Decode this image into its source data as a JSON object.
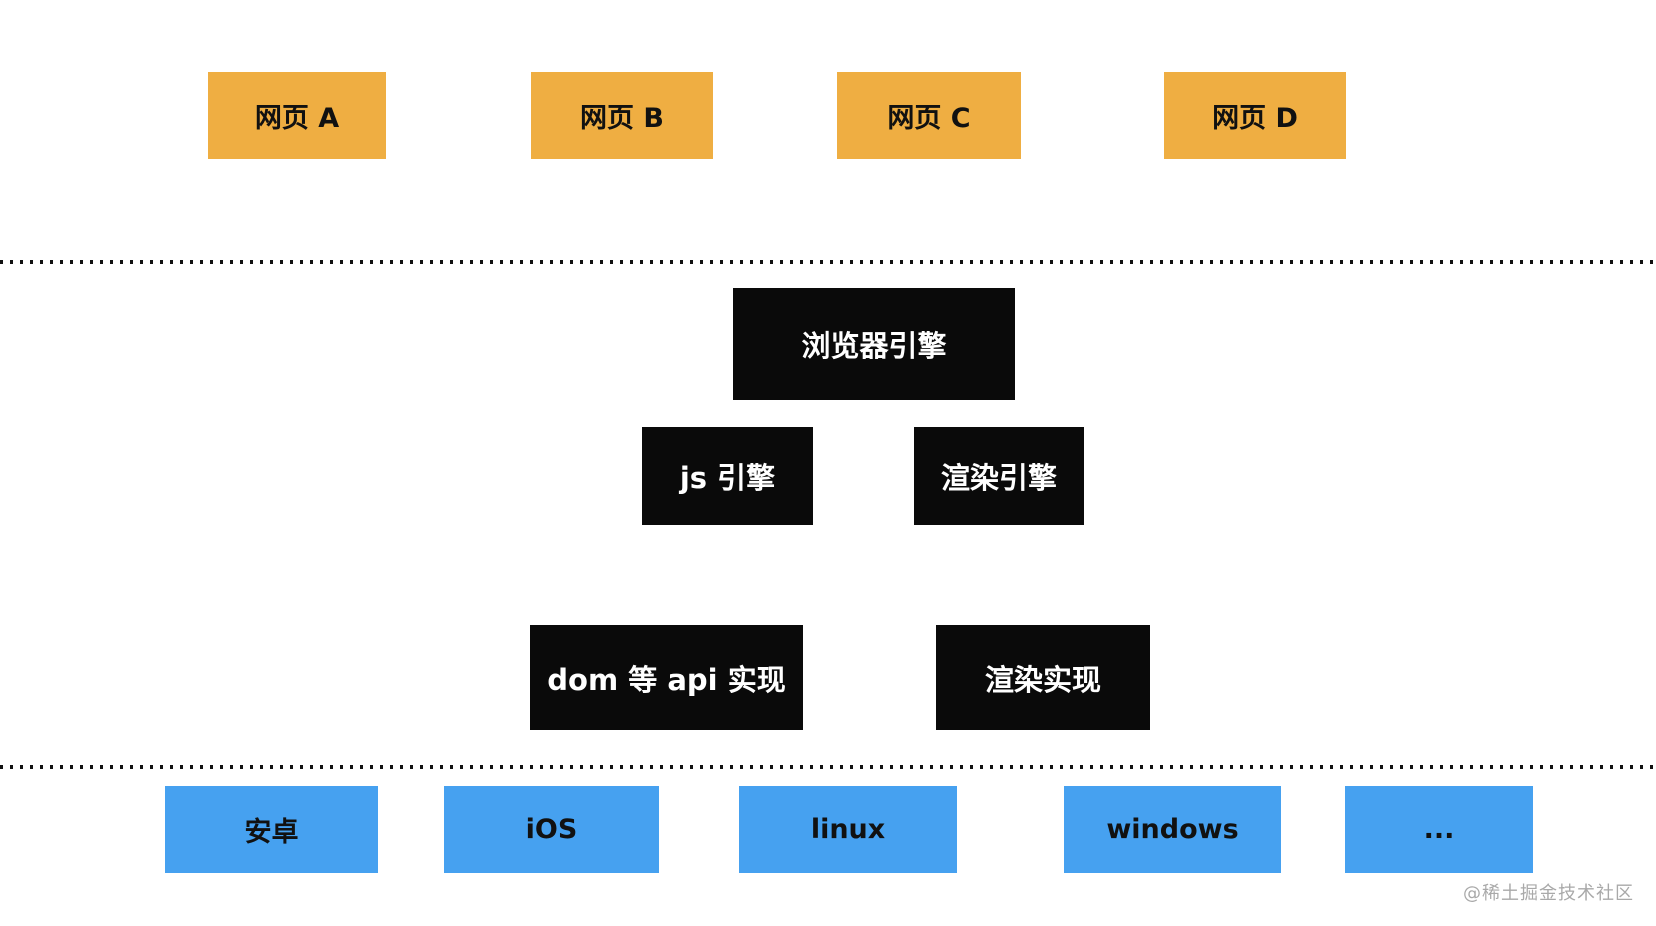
{
  "diagram": {
    "title_hint": "browser architecture diagram",
    "top_row": {
      "webpage_a": "网页 A",
      "webpage_b": "网页 B",
      "webpage_c": "网页 C",
      "webpage_d": "网页 D"
    },
    "engine_layer": {
      "browser_engine": "浏览器引擎",
      "js_engine": "js 引擎",
      "rendering_engine": "渲染引擎",
      "dom_api_impl": "dom 等 api 实现",
      "rendering_impl": "渲染实现"
    },
    "platform_row": {
      "android": "安卓",
      "ios": "iOS",
      "linux": "linux",
      "windows": "windows",
      "more": "..."
    },
    "watermark": "@稀土掘金技术社区",
    "colors": {
      "webpage_box": "#efae42",
      "engine_box": "#0a0a0a",
      "platform_box": "#46a1f0",
      "separator_dots": "#111111",
      "watermark_text": "#a9a9a9",
      "background": "#ffffff"
    }
  }
}
